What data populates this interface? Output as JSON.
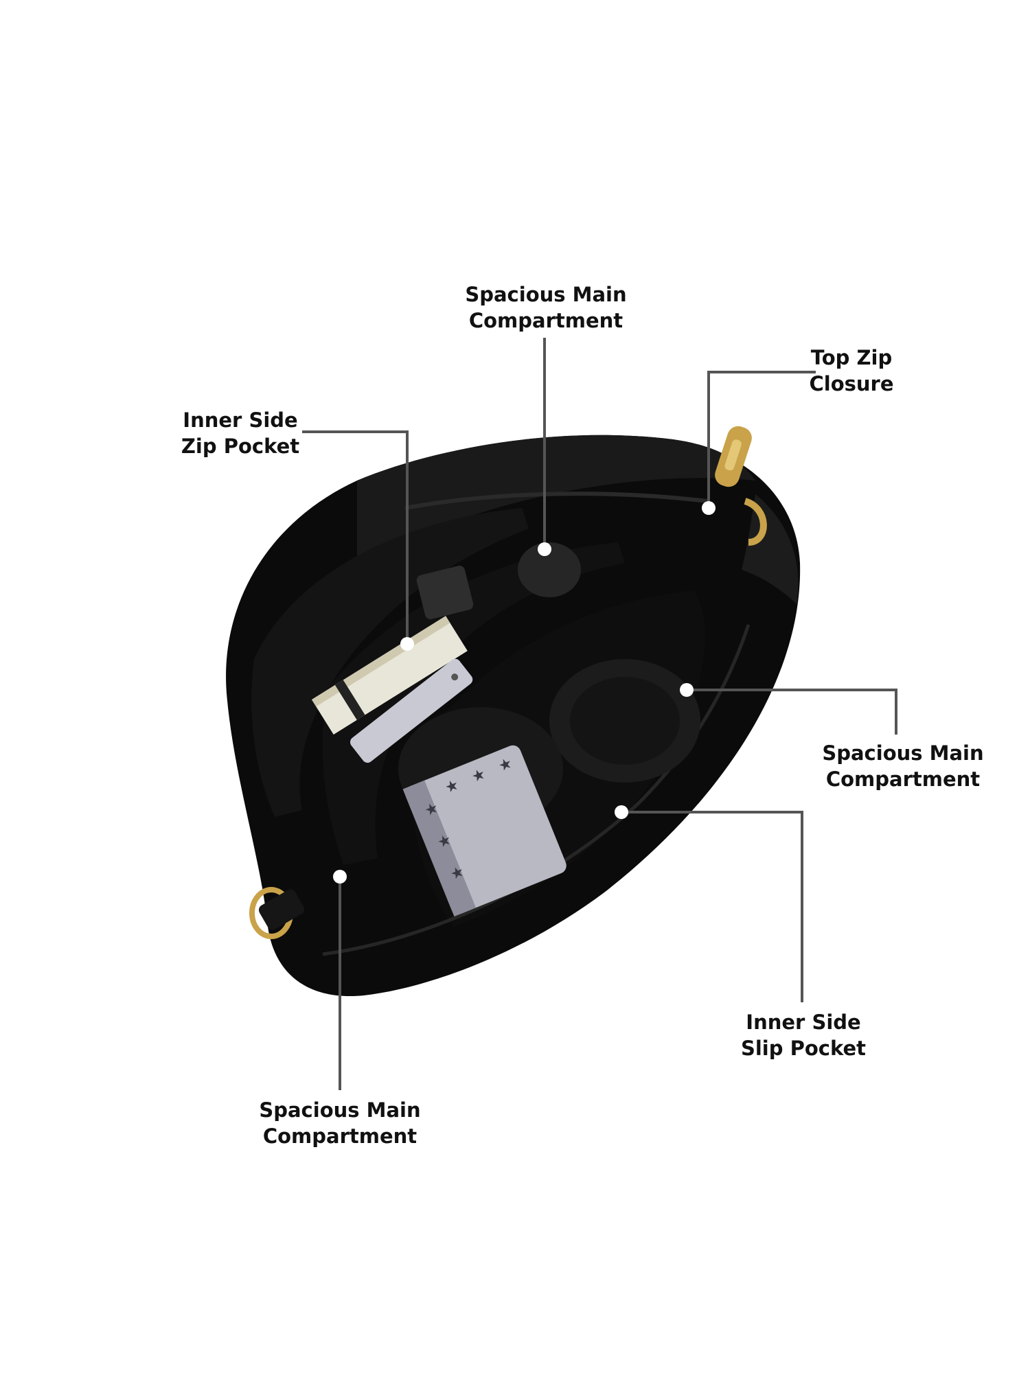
{
  "callouts": {
    "main_top": {
      "line1": "Spacious Main",
      "line2": "Compartment"
    },
    "top_zip": {
      "line1": "Top Zip",
      "line2": "Closure"
    },
    "inner_zip": {
      "line1": "Inner Side",
      "line2": "Zip Pocket"
    },
    "main_right": {
      "line1": "Spacious Main",
      "line2": "Compartment"
    },
    "inner_slip": {
      "line1": "Inner Side",
      "line2": "Slip Pocket"
    },
    "main_bottom": {
      "line1": "Spacious Main",
      "line2": "Compartment"
    }
  },
  "colors": {
    "background": "#ffffff",
    "bag": "#0b0b0b",
    "hardware": "#c9a24a",
    "leader_line": "#555555",
    "label_text": "#111111"
  }
}
